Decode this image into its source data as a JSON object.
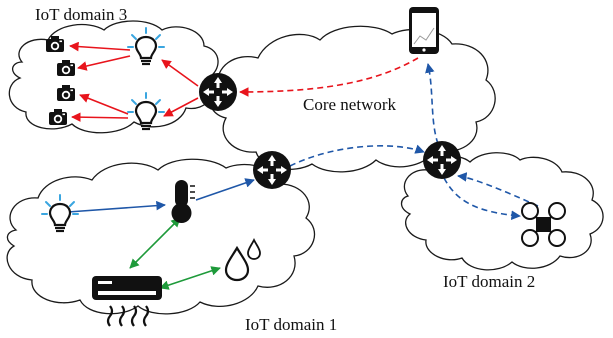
{
  "labels": {
    "domain1": "IoT domain 1",
    "domain2": "IoT domain 2",
    "domain3": "IoT domain 3",
    "core": "Core network"
  },
  "colors": {
    "red_link": "#e8141c",
    "blue_link": "#1f57a8",
    "green_link": "#1e9a3a",
    "glow": "#3aa6e0",
    "device": "#111111"
  },
  "icons": {
    "domain3": [
      "camera-icon",
      "camera-icon",
      "camera-icon",
      "camera-icon",
      "lightbulb-icon",
      "lightbulb-icon",
      "router-icon"
    ],
    "core": [
      "smartphone-icon",
      "router-icon",
      "router-icon"
    ],
    "domain1": [
      "lightbulb-icon",
      "thermometer-icon",
      "water-drops-icon",
      "air-conditioner-icon"
    ],
    "domain2": [
      "drone-icon"
    ]
  }
}
